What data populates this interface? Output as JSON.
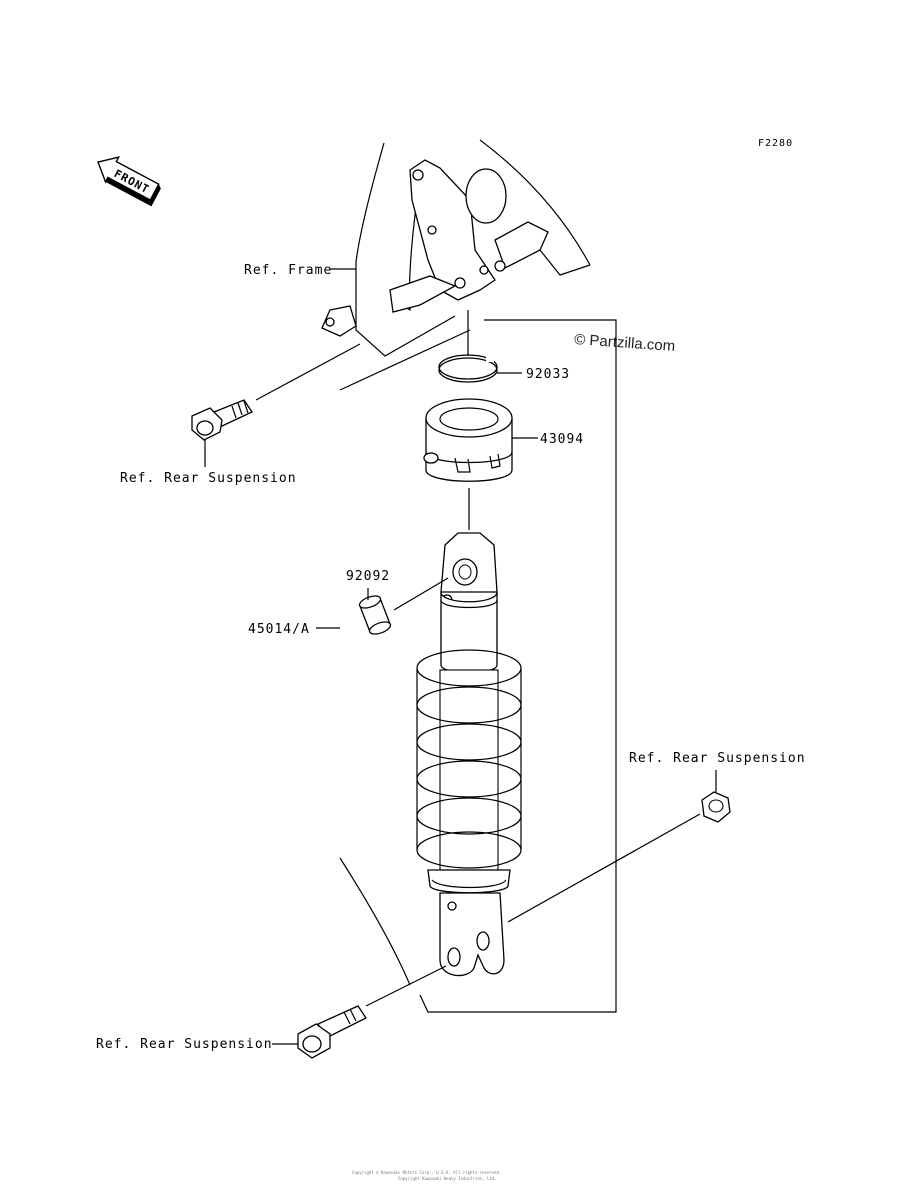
{
  "diagram": {
    "code": "F2280",
    "watermark": "© Partzilla.com",
    "front_label": "FRONT",
    "labels": {
      "ref_frame": "Ref. Frame",
      "ref_rear_suspension_top": "Ref. Rear Suspension",
      "ref_rear_suspension_right": "Ref. Rear Suspension",
      "ref_rear_suspension_bottom": "Ref. Rear Suspension",
      "part_92033": "92033",
      "part_43094": "43094",
      "part_92092": "92092",
      "part_45014A": "45014/A"
    },
    "footer_line1": "Copyright © Kawasaki Motors Corp., U.S.A. All rights reserved.",
    "footer_line2": "Copyright Kawasaki Heavy Industries, Ltd."
  }
}
